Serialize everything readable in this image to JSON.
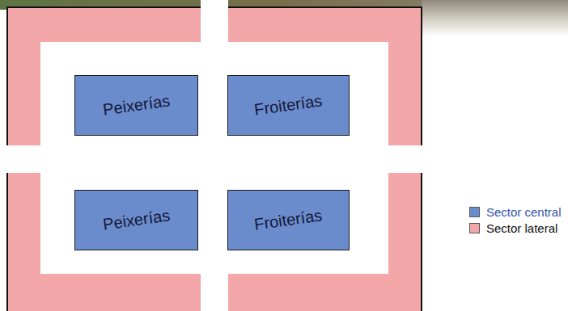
{
  "diagram": {
    "nodes": [
      {
        "text": [
          "Peixerías"
        ]
      },
      {
        "text": [
          "Froiterías"
        ]
      },
      {
        "text": [
          "Peixerías"
        ]
      },
      {
        "text": [
          "Froiterías"
        ]
      }
    ],
    "legend": [
      {
        "text": "Sector central",
        "color": "#6b8ccc"
      },
      {
        "text": "Sector lateral",
        "color": "#f4a7a9"
      }
    ]
  }
}
